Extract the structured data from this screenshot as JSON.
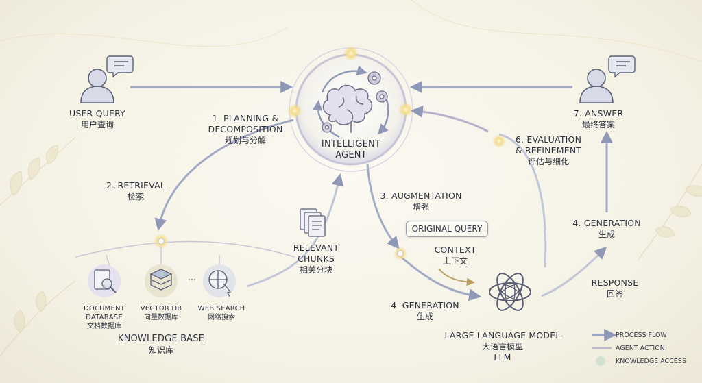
{
  "user_query": {
    "en": "USER QUERY",
    "zh": "用户查询"
  },
  "planning": {
    "en1": "1. PLANNING &",
    "en2": "DECOMPOSITION",
    "zh": "规划与分解"
  },
  "agent": {
    "line1": "INTELLIGENT",
    "line2": "AGENT"
  },
  "retrieval": {
    "en": "2. RETRIEVAL",
    "zh": "检索"
  },
  "relevant_chunks": {
    "en1": "RELEVANT",
    "en2": "CHUNKS",
    "zh": "相关分块"
  },
  "augmentation": {
    "en": "3. AUGMENTATION",
    "zh": "增强"
  },
  "original_query": "ORIGINAL QUERY",
  "context": {
    "en": "CONTEXT",
    "zh": "上下文"
  },
  "generation_left": {
    "en": "4. GENERATION",
    "zh": "生成"
  },
  "generation_right": {
    "en": "4. GENERATION",
    "zh": "生成"
  },
  "llm": {
    "en": "LARGE LANGUAGE MODEL",
    "zh": "大语言模型",
    "abbr": "LLM"
  },
  "response": {
    "en": "RESPONSE",
    "zh": "回答"
  },
  "evaluation": {
    "en1": "6. EVALUATION",
    "en2": "& REFINEMENT",
    "zh": "评估与细化"
  },
  "answer": {
    "en": "7. ANSWER",
    "zh": "最终答案"
  },
  "knowledge_base": {
    "en": "KNOWLEDGE BASE",
    "zh": "知识库",
    "items": [
      {
        "en1": "DOCUMENT",
        "en2": "DATABASE",
        "zh": "文档数据库",
        "icon": "document-database-icon"
      },
      {
        "en1": "VECTOR DB",
        "zh": "向量数据库",
        "icon": "vector-db-icon"
      },
      {
        "en1": "WEB SEARCH",
        "zh": "网络搜索",
        "icon": "web-search-icon"
      }
    ],
    "ellipsis": "···"
  },
  "legend": {
    "process_flow": "PROCESS FLOW",
    "agent_action": "AGENT ACTION",
    "knowledge_access": "KNOWLEDGE ACCESS"
  },
  "colors": {
    "process": "#9aa3c0",
    "agent": "#c0b8cc",
    "accent_gold": "#e8c56a",
    "text": "#2f3340"
  }
}
